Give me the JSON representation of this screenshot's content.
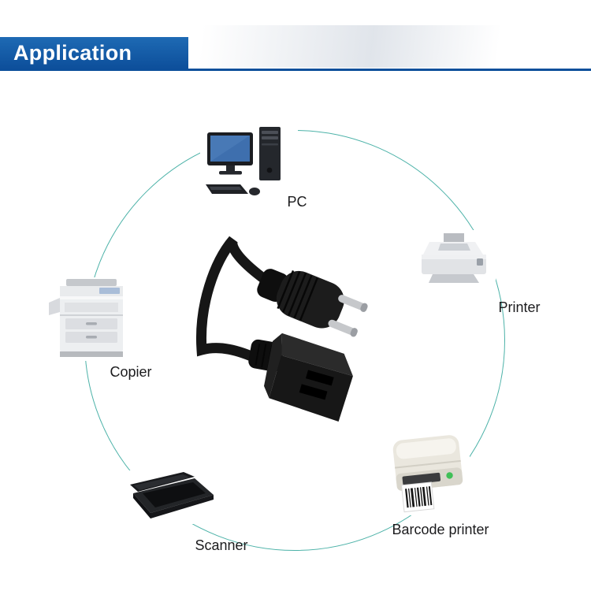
{
  "header": {
    "title": "Application"
  },
  "devices": {
    "pc": {
      "label": "PC"
    },
    "printer": {
      "label": "Printer"
    },
    "copier": {
      "label": "Copier"
    },
    "scanner": {
      "label": "Scanner"
    },
    "barcode_printer": {
      "label": "Barcode printer"
    }
  },
  "center_image": {
    "name": "eu-plug-to-c13-power-cord-photo"
  },
  "colors": {
    "banner_light": "#1e6ab4",
    "banner_dark": "#0d4f9b",
    "circle": "#4cb2a8",
    "label": "#1b1b1d"
  }
}
